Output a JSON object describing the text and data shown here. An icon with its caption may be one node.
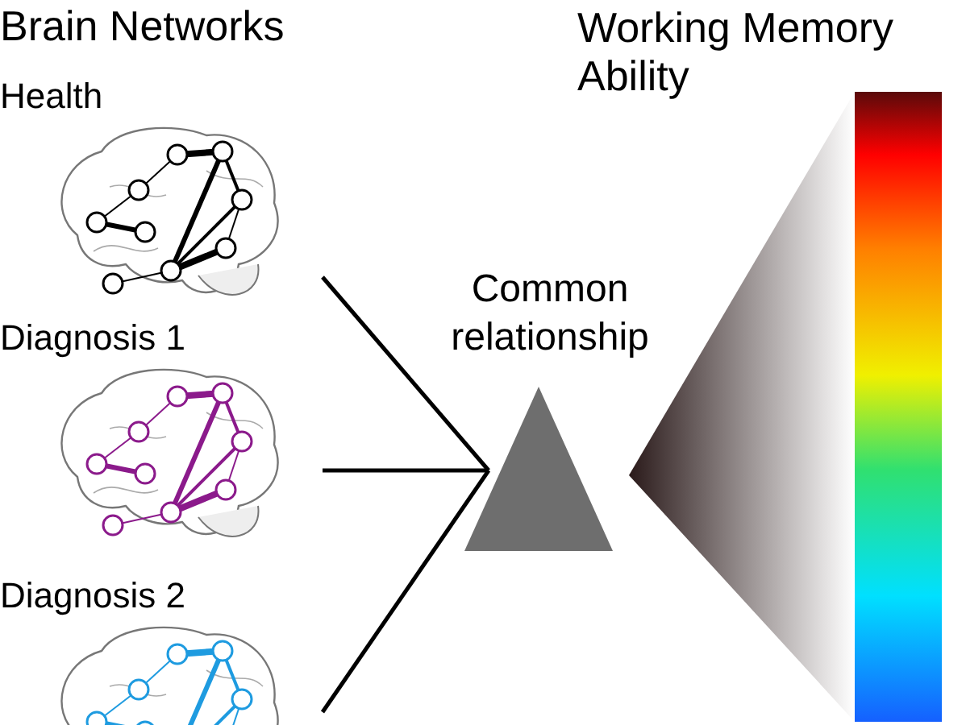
{
  "diagram": {
    "nodes": [
      {
        "text": [
          "Health"
        ]
      },
      {
        "text": [
          "Diagnosis 1"
        ]
      },
      {
        "text": [
          "Diagnosis 2"
        ]
      },
      {
        "text": [
          "Common relationship"
        ]
      },
      {
        "text": [
          "Working Memory Ability"
        ]
      }
    ],
    "edges": [
      {
        "from": 0,
        "to": 3,
        "arrow": "none"
      },
      {
        "from": 1,
        "to": 3,
        "arrow": "none"
      },
      {
        "from": 2,
        "to": 3,
        "arrow": "none"
      },
      {
        "from": 3,
        "to": 4,
        "arrow": "none"
      }
    ],
    "labels": [
      "Brain Networks"
    ]
  }
}
